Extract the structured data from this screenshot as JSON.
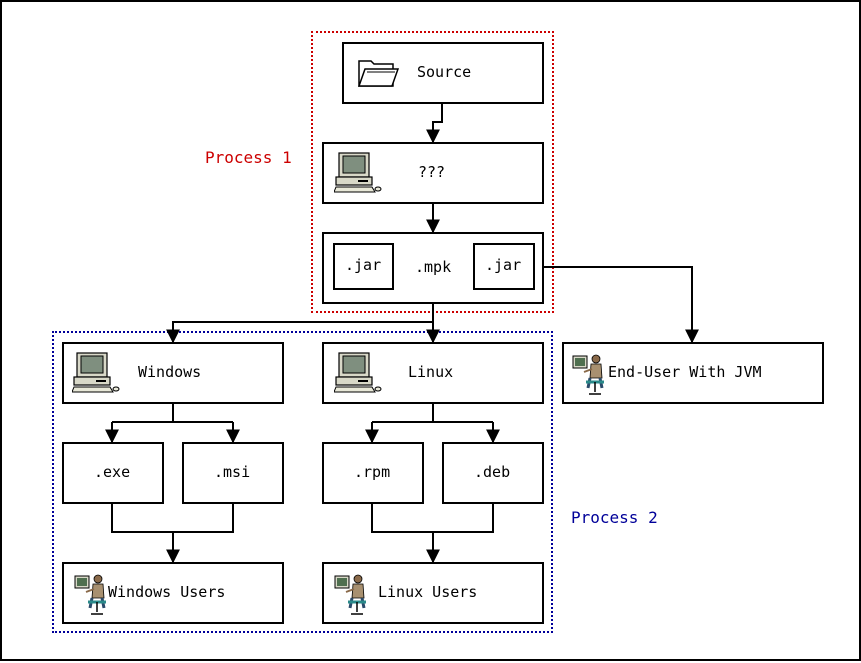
{
  "groups": {
    "process1": {
      "label": "Process 1",
      "color": "#cc0000"
    },
    "process2": {
      "label": "Process 2",
      "color": "#000099"
    }
  },
  "nodes": {
    "source": "Source",
    "unknown": "???",
    "mpk": ".mpk",
    "jar_left": ".jar",
    "jar_right": ".jar",
    "windows": "Windows",
    "linux": "Linux",
    "end_user": "End-User With JVM",
    "exe": ".exe",
    "msi": ".msi",
    "rpm": ".rpm",
    "deb": ".deb",
    "windows_users": "Windows Users",
    "linux_users": "Linux Users"
  },
  "icons": {
    "folder": "folder-icon",
    "computer": "computer-icon",
    "user": "user-at-computer-icon"
  }
}
